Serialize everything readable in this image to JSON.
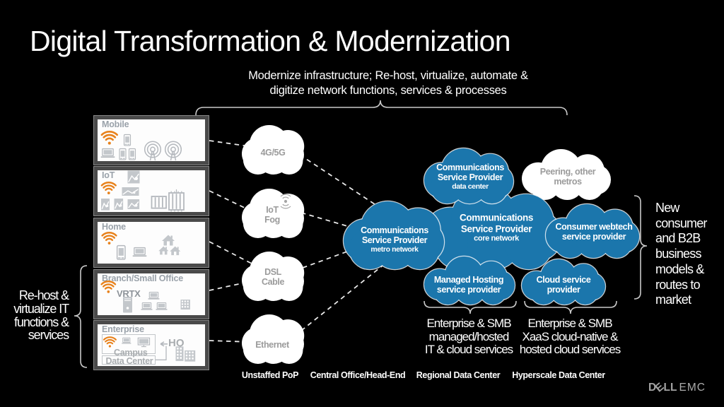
{
  "slide": {
    "title": "Digital Transformation & Modernization",
    "subtitle_line1": "Modernize infrastructure; Re-host, virtualize, automate &",
    "subtitle_line2": "digitize network functions, services & processes"
  },
  "left_note": {
    "lines": [
      "Re-host &",
      "virtualize IT",
      "functions &",
      "services"
    ]
  },
  "right_note": {
    "lines": [
      "New",
      "consumer",
      "and B2B",
      "business",
      "models &",
      "routes to",
      "market"
    ]
  },
  "access_boxes": [
    {
      "label": "Mobile"
    },
    {
      "label": "IoT"
    },
    {
      "label": "Home"
    },
    {
      "label": "Branch/Small Office",
      "badge": "VRTX"
    },
    {
      "label": "Enterprise",
      "campus_label": "Campus",
      "datacenter_label": "Data Center",
      "hq_label": "HQ"
    }
  ],
  "white_clouds": [
    {
      "line1": "4G/5G",
      "line2": ""
    },
    {
      "line1": "IoT",
      "line2": "Fog"
    },
    {
      "line1": "DSL",
      "line2": "Cable"
    },
    {
      "line1": "Ethernet",
      "line2": ""
    }
  ],
  "peering_cloud": {
    "line1": "Peering, other",
    "line2": "metros"
  },
  "blue_clouds": {
    "data_center": {
      "line1": "Communications",
      "line2": "Service Provider",
      "line3": "data center"
    },
    "core_network": {
      "line1": "Communications",
      "line2": "Service Provider",
      "line3": "core network"
    },
    "metro_network": {
      "line1": "Communications",
      "line2": "Service Provider",
      "line3": "metro network"
    },
    "consumer_webtech": {
      "line1": "Consumer webtech",
      "line2": "service provider"
    },
    "managed_hosting": {
      "line1": "Managed Hosting",
      "line2": "service provider"
    },
    "cloud_service": {
      "line1": "Cloud service",
      "line2": "provider"
    }
  },
  "group_notes": [
    {
      "lines": [
        "Enterprise & SMB",
        "managed/hosted",
        "IT & cloud services"
      ]
    },
    {
      "lines": [
        "Enterprise & SMB",
        "XaaS cloud-native &",
        "hosted cloud services"
      ]
    }
  ],
  "stations": [
    "Unstaffed PoP",
    "Central Office/Head-End",
    "Regional Data Center",
    "Hyperscale Data Center"
  ],
  "logo": {
    "d": "D",
    "e": "E",
    "ll": "LL",
    "emc": "EMC"
  },
  "colors": {
    "background": "#000000",
    "cloud_blue": "#1b76ac",
    "cloud_white": "#ffffff",
    "wifi_orange": "#e8821c",
    "box_frame": "#4a4a4a",
    "gray_text": "#9b9b9b",
    "dashed_line": "#e9e9e9",
    "brace": "#c9c9c9"
  }
}
